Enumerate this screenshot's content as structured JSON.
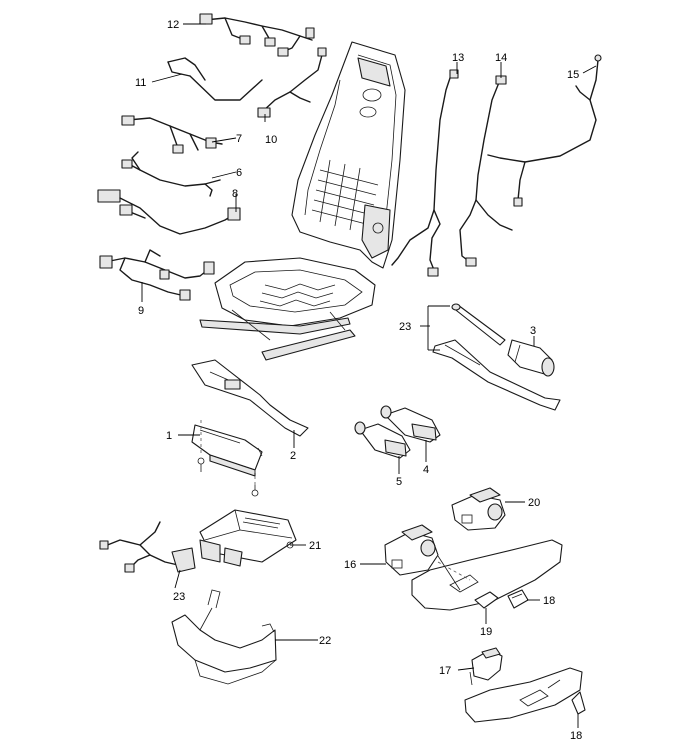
{
  "callouts": {
    "c1": "1",
    "c2": "2",
    "c3": "3",
    "c4": "4",
    "c5": "5",
    "c6": "6",
    "c7": "7",
    "c8": "8",
    "c9": "9",
    "c10": "10",
    "c11": "11",
    "c12": "12",
    "c13": "13",
    "c14": "14",
    "c15": "15",
    "c16": "16",
    "c17": "17",
    "c18a": "18",
    "c18b": "18",
    "c19": "19",
    "c20": "20",
    "c21": "21",
    "c22": "22",
    "c23a": "23",
    "c23b": "23"
  }
}
